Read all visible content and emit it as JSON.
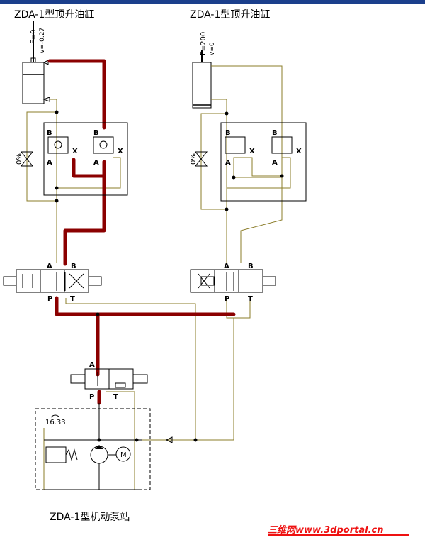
{
  "window": {
    "title_fragment": ""
  },
  "cylinders": {
    "left": {
      "title": "ZDA-1型顶升油缸",
      "force": "F=0",
      "velocity": "v=-0.27"
    },
    "right": {
      "title": "ZDA-1型顶升油缸",
      "force": "F=200",
      "velocity": "v=0"
    }
  },
  "ports": {
    "A": "A",
    "B": "B",
    "X": "X",
    "P": "P",
    "T": "T"
  },
  "throttle_percent": "0%",
  "gauge_value": "16.33",
  "motor_label": "M",
  "pump_station_title": "ZDA-1型机动泵站",
  "watermark": "三维网www.3dportal.cn",
  "colors": {
    "pressure_line": "#8b0000",
    "return_line": "#8b7d2a",
    "watermark": "#ee1111"
  }
}
